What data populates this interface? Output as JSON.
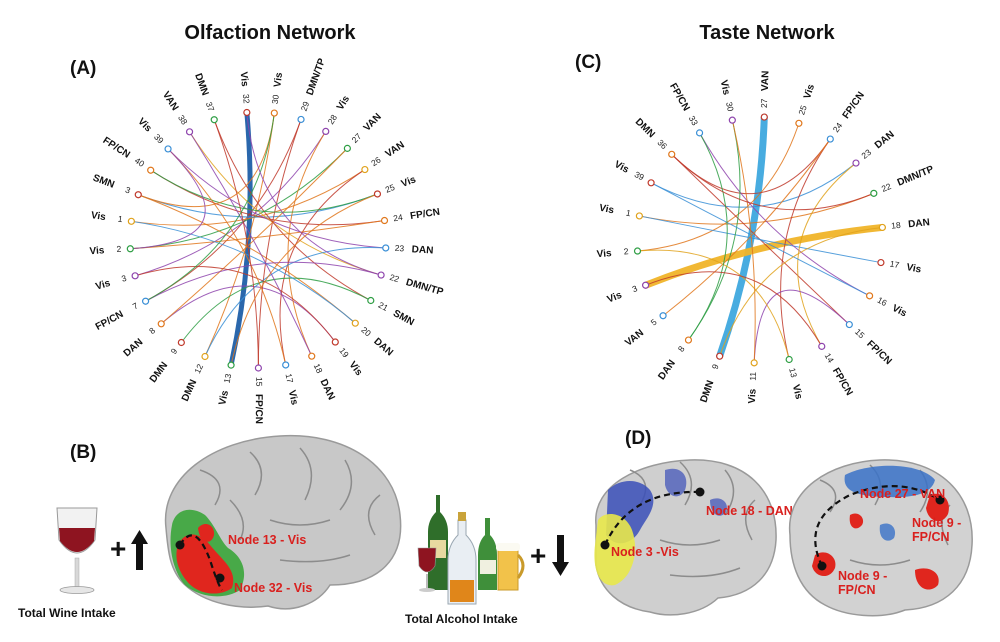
{
  "panels": {
    "A": {
      "letter": "(A)",
      "title": "Olfaction Network"
    },
    "B": {
      "letter": "(B)"
    },
    "C": {
      "letter": "(C)",
      "title": "Taste Network"
    },
    "D": {
      "letter": "(D)"
    }
  },
  "olfaction": {
    "nodes": [
      {
        "num": "32",
        "net": "Vis"
      },
      {
        "num": "30",
        "net": "Vis"
      },
      {
        "num": "29",
        "net": "DMN/TP"
      },
      {
        "num": "28",
        "net": "Vis"
      },
      {
        "num": "27",
        "net": "VAN"
      },
      {
        "num": "26",
        "net": "VAN"
      },
      {
        "num": "25",
        "net": "Vis"
      },
      {
        "num": "24",
        "net": "FP/CN"
      },
      {
        "num": "23",
        "net": "DAN"
      },
      {
        "num": "22",
        "net": "DMN/TP"
      },
      {
        "num": "21",
        "net": "SMN"
      },
      {
        "num": "20",
        "net": "DAN"
      },
      {
        "num": "19",
        "net": "Vis"
      },
      {
        "num": "18",
        "net": "DAN"
      },
      {
        "num": "17",
        "net": "Vis"
      },
      {
        "num": "15",
        "net": "FP/CN"
      },
      {
        "num": "13",
        "net": "Vis"
      },
      {
        "num": "12",
        "net": "DMN"
      },
      {
        "num": "9",
        "net": "DMN"
      },
      {
        "num": "8",
        "net": "DAN"
      },
      {
        "num": "7",
        "net": "FP/CN"
      },
      {
        "num": "3",
        "net": "Vis"
      },
      {
        "num": "2",
        "net": "Vis"
      },
      {
        "num": "1",
        "net": "Vis"
      },
      {
        "num": "3",
        "net": "SMN"
      },
      {
        "num": "40",
        "net": "FP/CN"
      },
      {
        "num": "39",
        "net": "Vis"
      },
      {
        "num": "38",
        "net": "VAN"
      },
      {
        "num": "37",
        "net": "DMN"
      }
    ],
    "edges": [
      [
        0,
        16,
        "#1f5fa8",
        5
      ],
      [
        1,
        17,
        "#e0771c",
        1
      ],
      [
        2,
        20,
        "#c0392b",
        1
      ],
      [
        3,
        21,
        "#8e44ad",
        1
      ],
      [
        4,
        22,
        "#2e9e44",
        1
      ],
      [
        5,
        23,
        "#e0771c",
        1
      ],
      [
        6,
        24,
        "#3a8fd6",
        1
      ],
      [
        7,
        25,
        "#c0392b",
        1
      ],
      [
        8,
        26,
        "#8e44ad",
        1
      ],
      [
        9,
        27,
        "#e0a21c",
        1
      ],
      [
        10,
        28,
        "#c0392b",
        1
      ],
      [
        11,
        24,
        "#e0771c",
        1
      ],
      [
        12,
        19,
        "#8e44ad",
        1
      ],
      [
        13,
        3,
        "#e0771c",
        1
      ],
      [
        14,
        5,
        "#c0392b",
        1
      ],
      [
        15,
        2,
        "#c0392b",
        1
      ],
      [
        17,
        8,
        "#3a8fd6",
        1
      ],
      [
        18,
        10,
        "#2e9e44",
        1
      ],
      [
        19,
        4,
        "#e0771c",
        1
      ],
      [
        20,
        9,
        "#8e44ad",
        1
      ],
      [
        21,
        12,
        "#c0392b",
        1
      ],
      [
        22,
        7,
        "#e0771c",
        1
      ],
      [
        23,
        11,
        "#3a8fd6",
        1
      ],
      [
        25,
        6,
        "#2e9e44",
        1
      ],
      [
        26,
        14,
        "#e0771c",
        1
      ],
      [
        27,
        13,
        "#8e44ad",
        1
      ],
      [
        28,
        15,
        "#c0392b",
        1
      ],
      [
        24,
        1,
        "#e0771c",
        1
      ],
      [
        20,
        1,
        "#2e9e44",
        1
      ],
      [
        0,
        9,
        "#8e44ad",
        1
      ],
      [
        16,
        6,
        "#e0771c",
        1
      ],
      [
        22,
        26,
        "#8e44ad",
        1
      ]
    ]
  },
  "taste": {
    "nodes": [
      {
        "num": "27",
        "net": "VAN"
      },
      {
        "num": "25",
        "net": "Vis"
      },
      {
        "num": "24",
        "net": "FP/CN"
      },
      {
        "num": "23",
        "net": "DAN"
      },
      {
        "num": "22",
        "net": "DMN/TP"
      },
      {
        "num": "18",
        "net": "DAN"
      },
      {
        "num": "17",
        "net": "Vis"
      },
      {
        "num": "16",
        "net": "Vis"
      },
      {
        "num": "15",
        "net": "FP/CN"
      },
      {
        "num": "14",
        "net": "FP/CN"
      },
      {
        "num": "13",
        "net": "Vis"
      },
      {
        "num": "11",
        "net": "Vis"
      },
      {
        "num": "9",
        "net": "DMN"
      },
      {
        "num": "8",
        "net": "DAN"
      },
      {
        "num": "5",
        "net": "VAN"
      },
      {
        "num": "3",
        "net": "Vis"
      },
      {
        "num": "2",
        "net": "Vis"
      },
      {
        "num": "1",
        "net": "Vis"
      },
      {
        "num": "39",
        "net": "Vis"
      },
      {
        "num": "36",
        "net": "DMN"
      },
      {
        "num": "33",
        "net": "FP/CN"
      },
      {
        "num": "30",
        "net": "Vis"
      }
    ],
    "edges": [
      [
        0,
        12,
        "#3ea8de",
        7
      ],
      [
        5,
        15,
        "#f0b429",
        7
      ],
      [
        1,
        16,
        "#e0771c",
        1
      ],
      [
        2,
        19,
        "#c0392b",
        1
      ],
      [
        3,
        18,
        "#3a8fd6",
        1
      ],
      [
        4,
        17,
        "#e0771c",
        1
      ],
      [
        6,
        17,
        "#3a8fd6",
        1
      ],
      [
        7,
        20,
        "#8e44ad",
        1
      ],
      [
        8,
        19,
        "#c0392b",
        1
      ],
      [
        9,
        3,
        "#e0a21c",
        1
      ],
      [
        10,
        2,
        "#c0392b",
        1
      ],
      [
        11,
        8,
        "#8e44ad",
        1
      ],
      [
        13,
        21,
        "#2e9e44",
        1
      ],
      [
        14,
        2,
        "#e0771c",
        1
      ],
      [
        16,
        10,
        "#e0a21c",
        1
      ],
      [
        18,
        7,
        "#3a8fd6",
        1
      ],
      [
        20,
        13,
        "#2e9e44",
        1
      ],
      [
        21,
        11,
        "#e0771c",
        1
      ],
      [
        19,
        4,
        "#c0392b",
        1
      ],
      [
        15,
        9,
        "#c0392b",
        1
      ],
      [
        12,
        5,
        "#e0a21c",
        1
      ]
    ]
  },
  "panelB": {
    "wine_caption": "Total Wine Intake",
    "label_13": "Node 13 - Vis",
    "label_32": "Node 32 - Vis"
  },
  "panelD": {
    "alcohol_caption": "Total Alcohol Intake",
    "label_18": "Node 18 - DAN",
    "label_3": "Node 3 -Vis",
    "label_27": "Node 27 - VAN",
    "label_9a_1": "Node 9 -",
    "label_9a_2": "FP/CN",
    "label_9b_1": "Node 9 -",
    "label_9b_2": "FP/CN"
  }
}
